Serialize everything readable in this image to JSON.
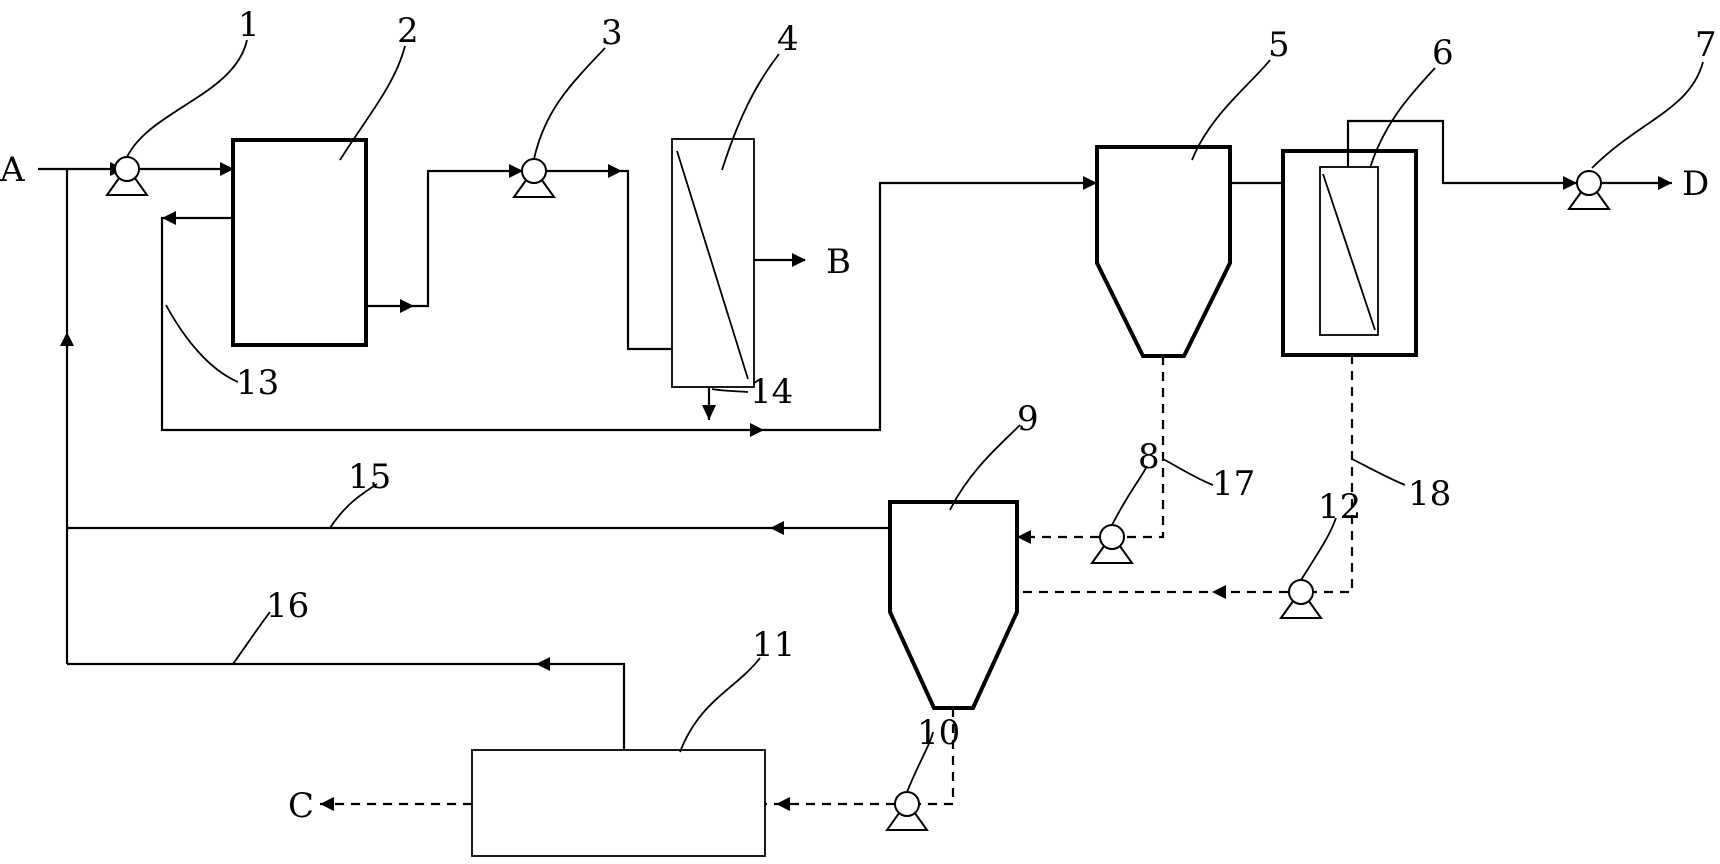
{
  "io_labels": {
    "inlet": "A",
    "outlet_b": "B",
    "outlet_c": "C",
    "outlet_d": "D"
  },
  "component_numbers": {
    "n1": "1",
    "n2": "2",
    "n3": "3",
    "n4": "4",
    "n5": "5",
    "n6": "6",
    "n7": "7",
    "n8": "8",
    "n9": "9",
    "n10": "10",
    "n11": "11",
    "n12": "12"
  },
  "pipe_numbers": {
    "n13": "13",
    "n14": "14",
    "n15": "15",
    "n16": "16",
    "n17": "17",
    "n18": "18"
  }
}
